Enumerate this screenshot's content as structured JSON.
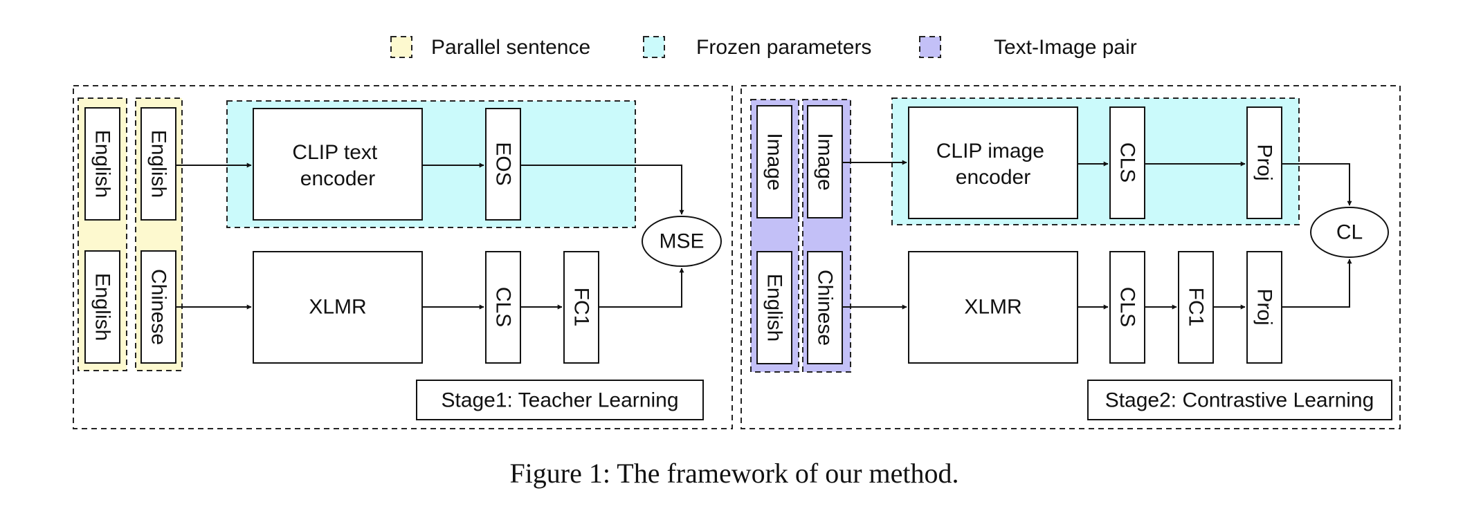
{
  "legend": {
    "parallel": {
      "label": "Parallel sentence",
      "color": "#fdf9cf"
    },
    "frozen": {
      "label": "Frozen parameters",
      "color": "#cbfafb"
    },
    "pair": {
      "label": "Text-Image pair",
      "color": "#c3c0f7"
    }
  },
  "stage1": {
    "label": "Stage1: Teacher Learning",
    "inputs": {
      "en_a1": "English",
      "en_a2": "English",
      "en_b1": "English",
      "zh_b2": "Chinese"
    },
    "clip_text_encoder": [
      "CLIP text",
      "encoder"
    ],
    "eos": "EOS",
    "xlmr": "XLMR",
    "cls": "CLS",
    "fc1": "FC1",
    "loss": "MSE"
  },
  "stage2": {
    "label": "Stage2: Contrastive Learning",
    "inputs": {
      "img_a1": "Image",
      "img_a2": "Image",
      "en_b1": "English",
      "zh_b2": "Chinese"
    },
    "clip_image_encoder": [
      "CLIP image",
      "encoder"
    ],
    "cls_top": "CLS",
    "proj_top": "Proj",
    "xlmr": "XLMR",
    "cls": "CLS",
    "fc1": "FC1",
    "proj": "Proj",
    "loss": "CL"
  },
  "caption": "Figure 1: The framework of our method."
}
